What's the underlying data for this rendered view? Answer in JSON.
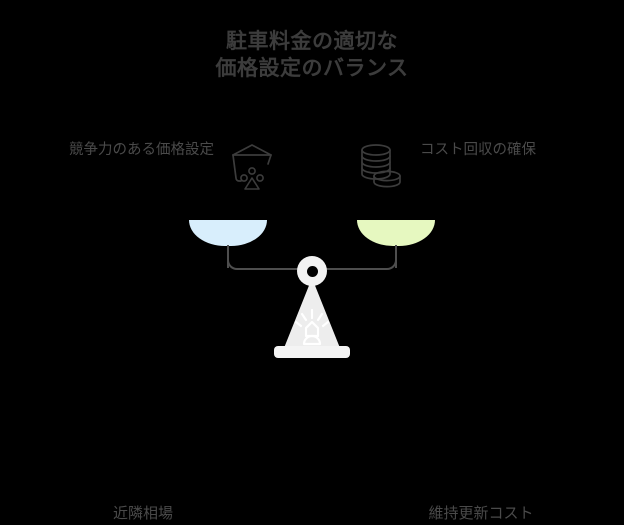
{
  "theme": {
    "background": "#000000",
    "title_color": "#3c3c3c",
    "label_color": "#4a4a4a",
    "icon_stroke": "#3c3c3c",
    "beam_color": "#4e4e4e",
    "pedestal_color": "#f0f0f0",
    "pan_left_color": "#d8eefc",
    "pan_right_color": "#e6f8c0"
  },
  "title": {
    "line1": "駐車料金の適切な",
    "line2": "価格設定のバランス"
  },
  "left": {
    "label": "競争力のある価格設定",
    "icon": "price-tag-icon",
    "bottom_label": "近隣相場",
    "pan_color": "#d8eefc"
  },
  "right": {
    "label": "コスト回収の確保",
    "icon": "coins-stack-icon",
    "bottom_label": "維持更新コスト",
    "pan_color": "#e6f8c0"
  },
  "scale": {
    "pivot": "balance-pivot",
    "base": "balance-pedestal-icon",
    "beam": "balance-beam"
  }
}
